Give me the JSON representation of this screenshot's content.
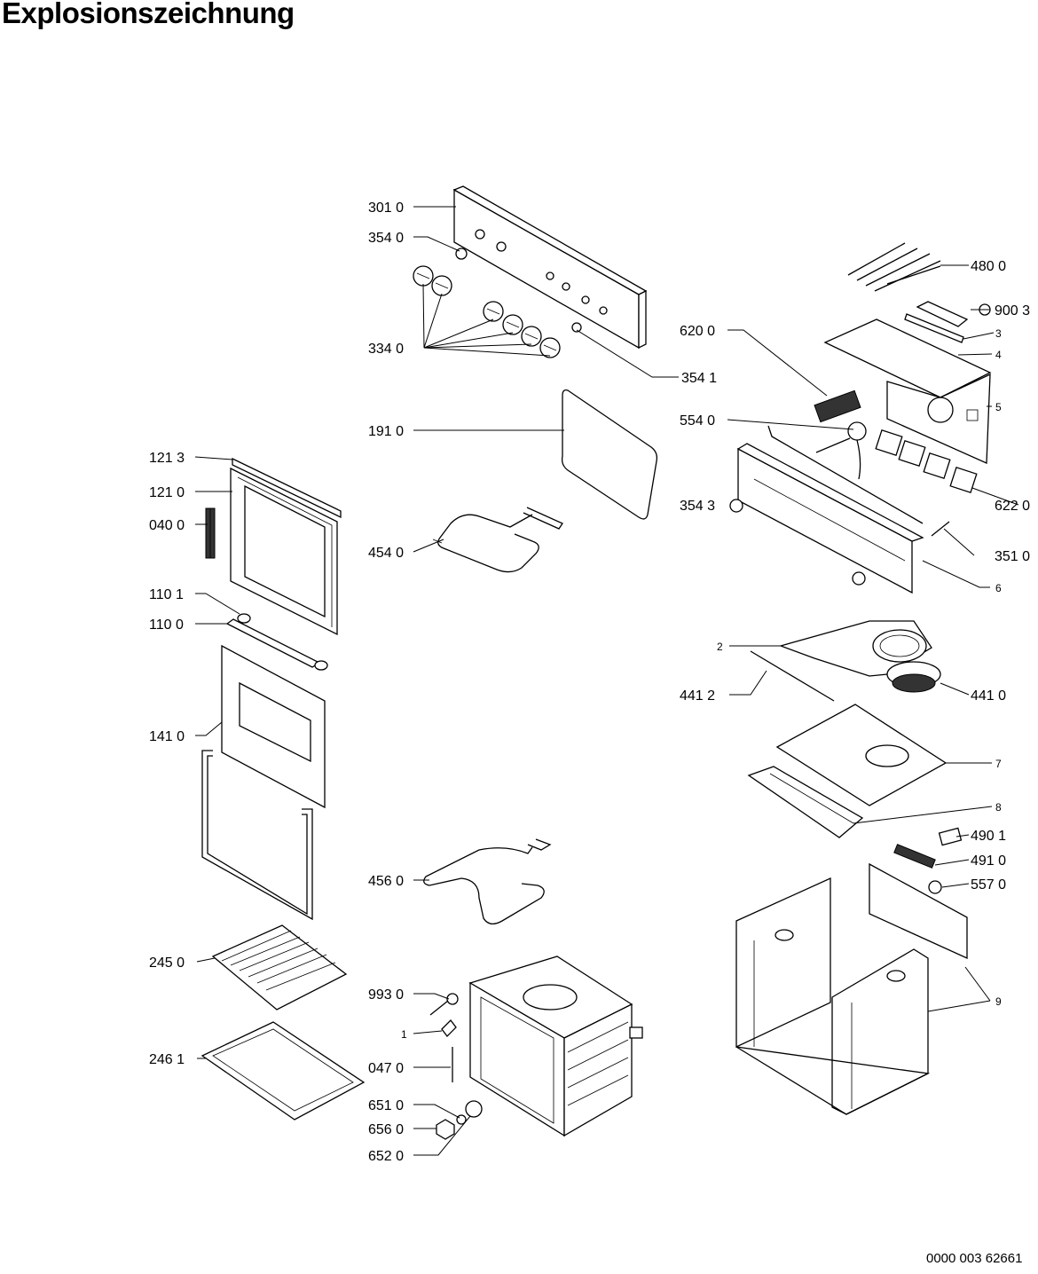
{
  "title": "Explosionszeichnung",
  "drawing_number": "0000 003 62661",
  "part_labels": {
    "p3010": "301 0",
    "p3540": "354 0",
    "p3340": "334 0",
    "p3541": "354 1",
    "p1910": "191 0",
    "p4540": "454 0",
    "p1213": "121 3",
    "p1210": "121 0",
    "p0400": "040 0",
    "p1101": "110 1",
    "p1100": "110 0",
    "p1410": "141 0",
    "p4560": "456 0",
    "p2450": "245 0",
    "p2461": "246 1",
    "p9930": "993 0",
    "p1": "1",
    "p0470": "047 0",
    "p6510": "651 0",
    "p6560": "656 0",
    "p6520": "652 0",
    "p4800": "480 0",
    "p9003": "900 3",
    "p3": "3",
    "p4": "4",
    "p5": "5",
    "p6200": "620 0",
    "p5540": "554 0",
    "p3543": "354 3",
    "p6220": "622 0",
    "p3510": "351 0",
    "p6": "6",
    "p2": "2",
    "p4412": "441 2",
    "p4410": "441 0",
    "p7": "7",
    "p8": "8",
    "p4901": "490 1",
    "p4910": "491 0",
    "p5570": "557 0",
    "p9": "9"
  }
}
